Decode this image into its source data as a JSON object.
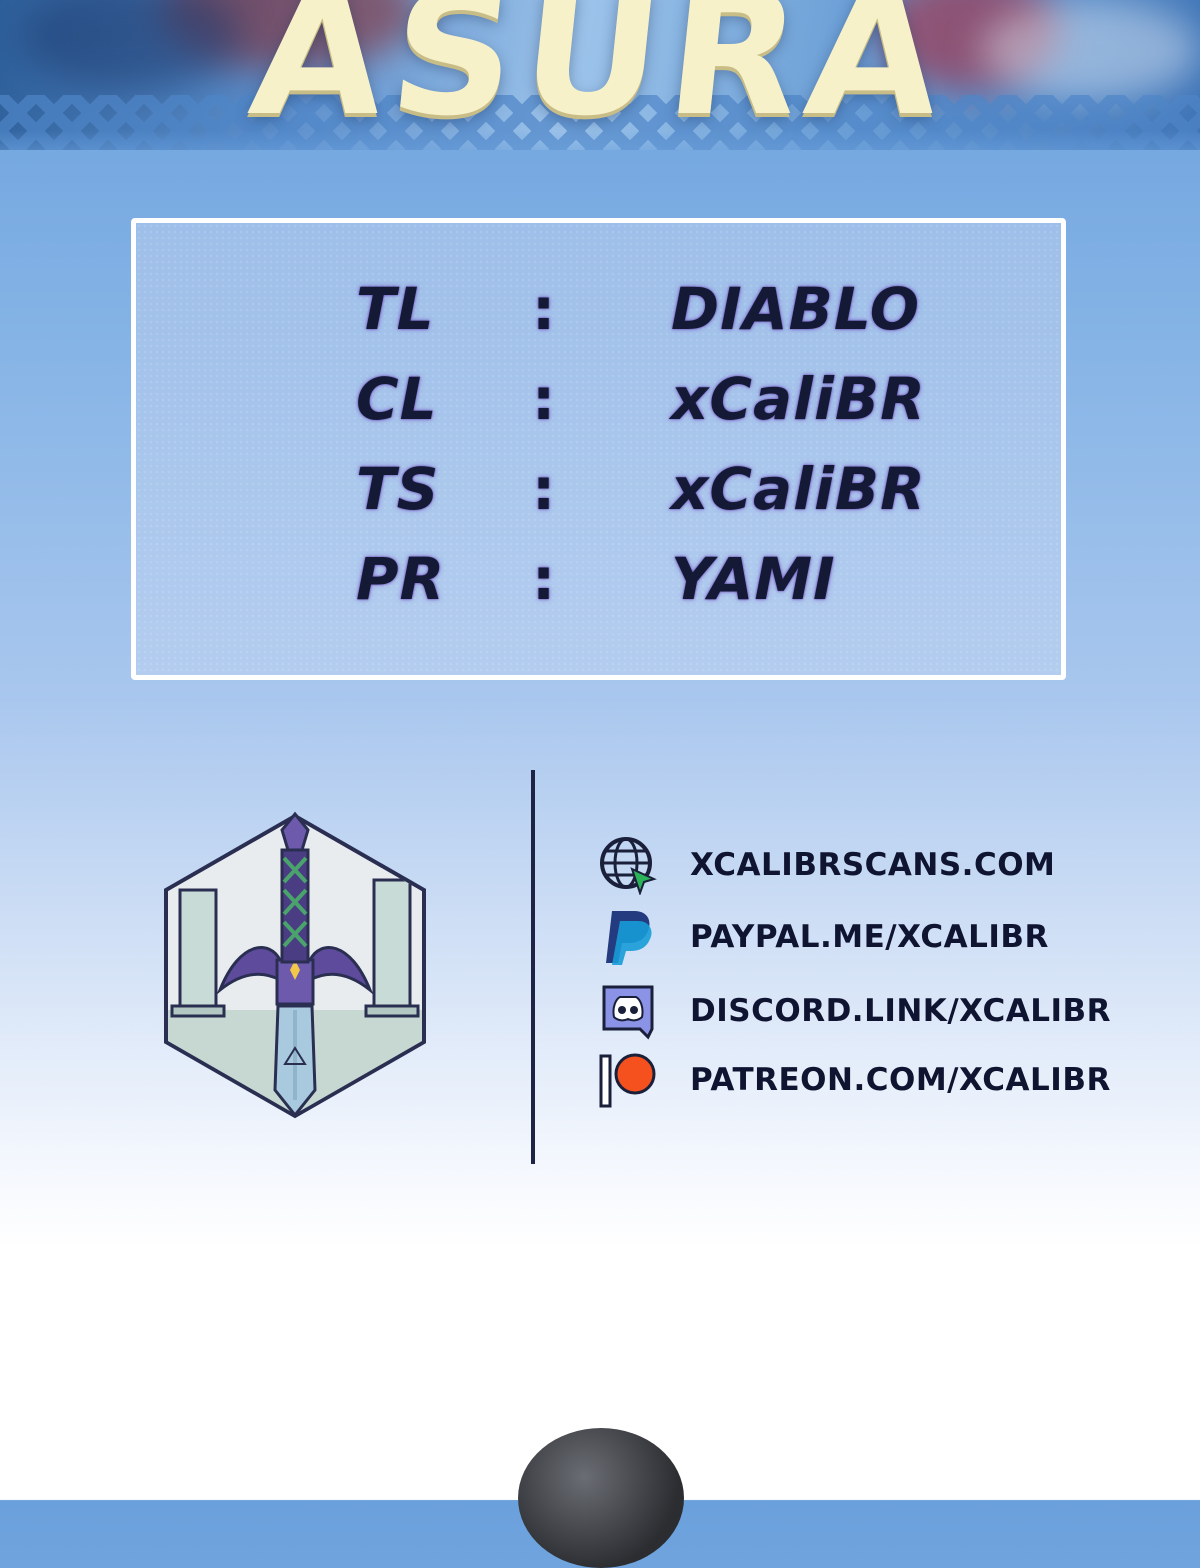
{
  "banner": {
    "title": "ASURA"
  },
  "credits": [
    {
      "role": "TL",
      "separator": ":",
      "name": "DIABLO"
    },
    {
      "role": "CL",
      "separator": ":",
      "name": "xCaliBR"
    },
    {
      "role": "TS",
      "separator": ":",
      "name": "xCaliBR"
    },
    {
      "role": "PR",
      "separator": ":",
      "name": "YAMI"
    }
  ],
  "emblem": {
    "icon": "master-sword-emblem"
  },
  "links": [
    {
      "icon": "globe-icon",
      "text": "XCALIBRSCANS.COM"
    },
    {
      "icon": "paypal-icon",
      "text": "PAYPAL.ME/XCALIBR"
    },
    {
      "icon": "discord-icon",
      "text": "DISCORD.LINK/XCALIBR"
    },
    {
      "icon": "patreon-icon",
      "text": "PATREON.COM/XCALIBR"
    }
  ],
  "colors": {
    "background_top": "#6aa0dc",
    "background_bottom": "#ffffff",
    "title": "#f7f1c9",
    "text": "#141a36",
    "patreon": "#ff424d",
    "discord": "#5865f2"
  }
}
